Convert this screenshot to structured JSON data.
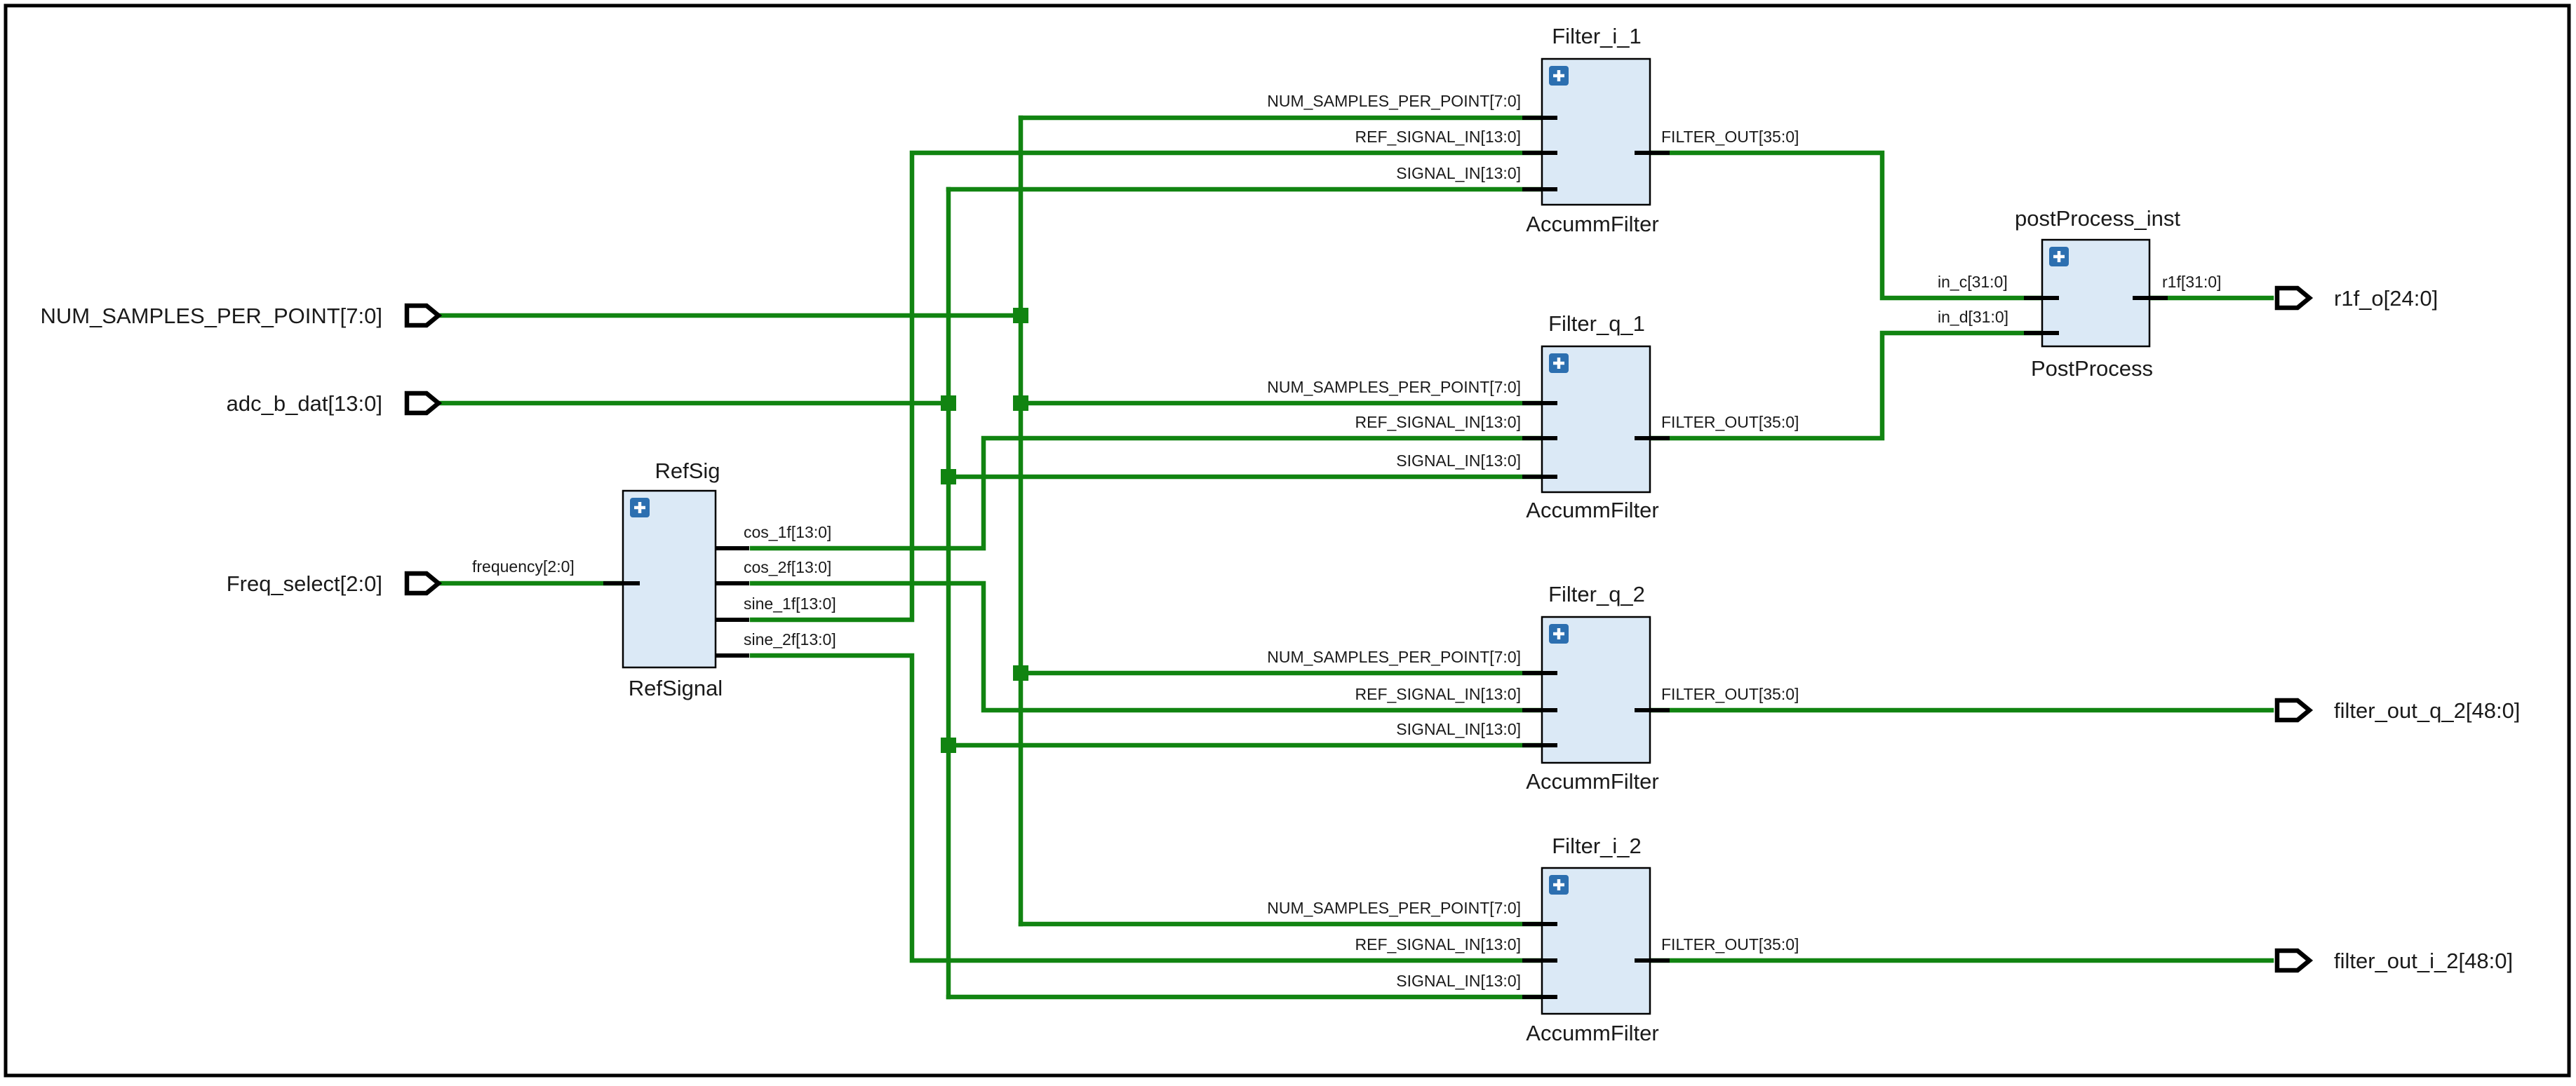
{
  "inputs": {
    "num_samples": "NUM_SAMPLES_PER_POINT[7:0]",
    "adc": "adc_b_dat[13:0]",
    "freq": "Freq_select[2:0]"
  },
  "outputs": {
    "r1f": "r1f_o[24:0]",
    "filter_q2": "filter_out_q_2[48:0]",
    "filter_i2": "filter_out_i_2[48:0]"
  },
  "refsig": {
    "instance": "RefSig",
    "type": "RefSignal",
    "in_port": "frequency[2:0]",
    "out_ports": [
      "cos_1f[13:0]",
      "cos_2f[13:0]",
      "sine_1f[13:0]",
      "sine_2f[13:0]"
    ]
  },
  "filter_port_labels": {
    "num": "NUM_SAMPLES_PER_POINT[7:0]",
    "ref": "REF_SIGNAL_IN[13:0]",
    "sig": "SIGNAL_IN[13:0]",
    "out": "FILTER_OUT[35:0]"
  },
  "filters": [
    {
      "instance": "Filter_i_1",
      "type": "AccummFilter"
    },
    {
      "instance": "Filter_q_1",
      "type": "AccummFilter"
    },
    {
      "instance": "Filter_q_2",
      "type": "AccummFilter"
    },
    {
      "instance": "Filter_i_2",
      "type": "AccummFilter"
    }
  ],
  "postprocess": {
    "instance": "postProcess_inst",
    "type": "PostProcess",
    "in_ports": [
      "in_c[31:0]",
      "in_d[31:0]"
    ],
    "out_port": "r1f[31:0]"
  },
  "colors": {
    "wire": "#118411",
    "block_fill": "#dbe9f6",
    "expand_badge": "#2c6fb0",
    "frame": "#000000"
  },
  "icons": {
    "expand": "plus-icon",
    "io_pin": "pentagon-arrow-icon"
  }
}
